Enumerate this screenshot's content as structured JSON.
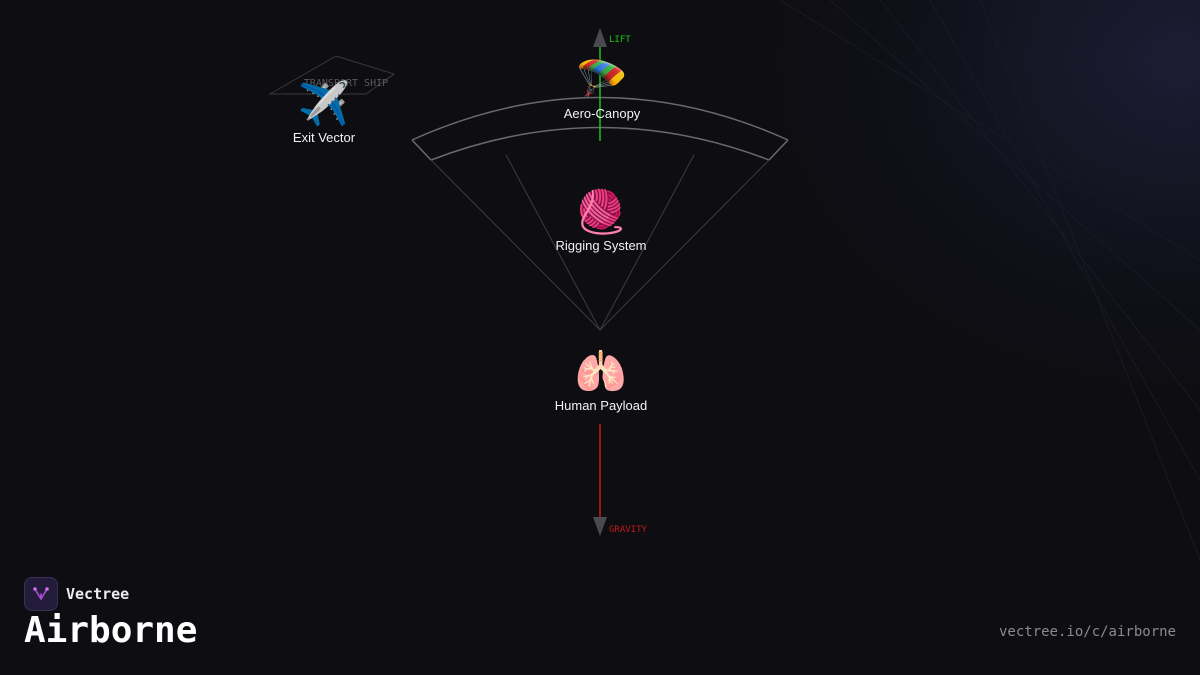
{
  "diagram": {
    "labels": {
      "lift": "LIFT",
      "gravity": "GRAVITY",
      "transport": "TRANSPORT SHIP"
    },
    "nodes": [
      {
        "id": "exit-vector",
        "icon": "airplane-icon",
        "emoji": "✈️",
        "label": "Exit Vector"
      },
      {
        "id": "aero-canopy",
        "icon": "parachute-icon",
        "emoji": "🪂",
        "label": "Aero-Canopy"
      },
      {
        "id": "rigging-system",
        "icon": "yarn-icon",
        "emoji": "🧶",
        "label": "Rigging System"
      },
      {
        "id": "human-payload",
        "icon": "lungs-icon",
        "emoji": "🫁",
        "label": "Human Payload"
      }
    ],
    "colors": {
      "lift": "#18c418",
      "gravity": "#c01818",
      "line": "#5a5a5e"
    }
  },
  "brand": {
    "name": "Vectree",
    "icon": "vectree-logo-icon"
  },
  "title": "Airborne",
  "url": "vectree.io/c/airborne"
}
